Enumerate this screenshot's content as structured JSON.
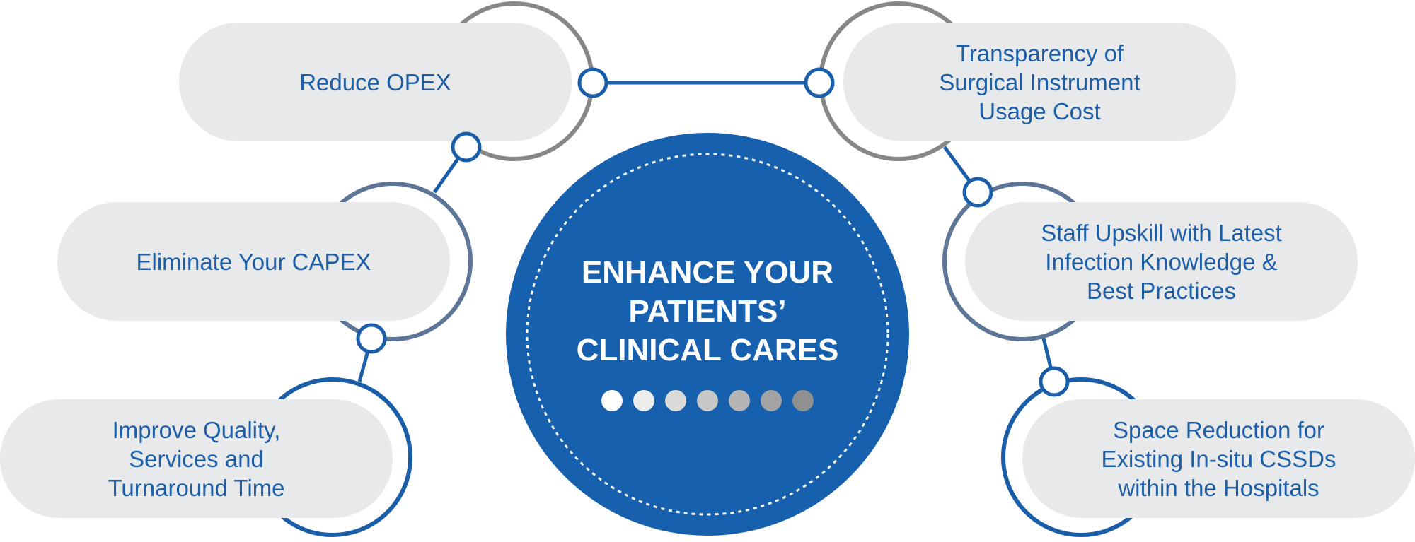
{
  "center": {
    "title": "ENHANCE YOUR\nPATIENTS’\nCLINICAL CARES",
    "fill_color": "#1660ad",
    "dot_colors": [
      "#ffffff",
      "#ececec",
      "#dadada",
      "#c8c8c8",
      "#b5b5b5",
      "#a3a3a3",
      "#909090"
    ]
  },
  "colors": {
    "text": "#1d5ea8",
    "pill_fill": "#e8e9ea",
    "ring_gray": "#878787",
    "ring_slate": "#5d7596",
    "ring_blue": "#1a5ea9",
    "connector_node_fill": "#ffffff"
  },
  "benefits": {
    "left": [
      {
        "label": "Reduce OPEX",
        "ring_color": "gray"
      },
      {
        "label": "Eliminate Your CAPEX",
        "ring_color": "slate"
      },
      {
        "label": "Improve Quality,\nServices and\nTurnaround Time",
        "ring_color": "blue"
      }
    ],
    "right": [
      {
        "label": "Transparency of\nSurgical Instrument\nUsage Cost",
        "ring_color": "gray"
      },
      {
        "label": "Staff Upskill with Latest\nInfection Knowledge &\nBest Practices",
        "ring_color": "slate"
      },
      {
        "label": "Space Reduction for\nExisting In-situ CSSDs\nwithin the Hospitals",
        "ring_color": "blue"
      }
    ]
  }
}
